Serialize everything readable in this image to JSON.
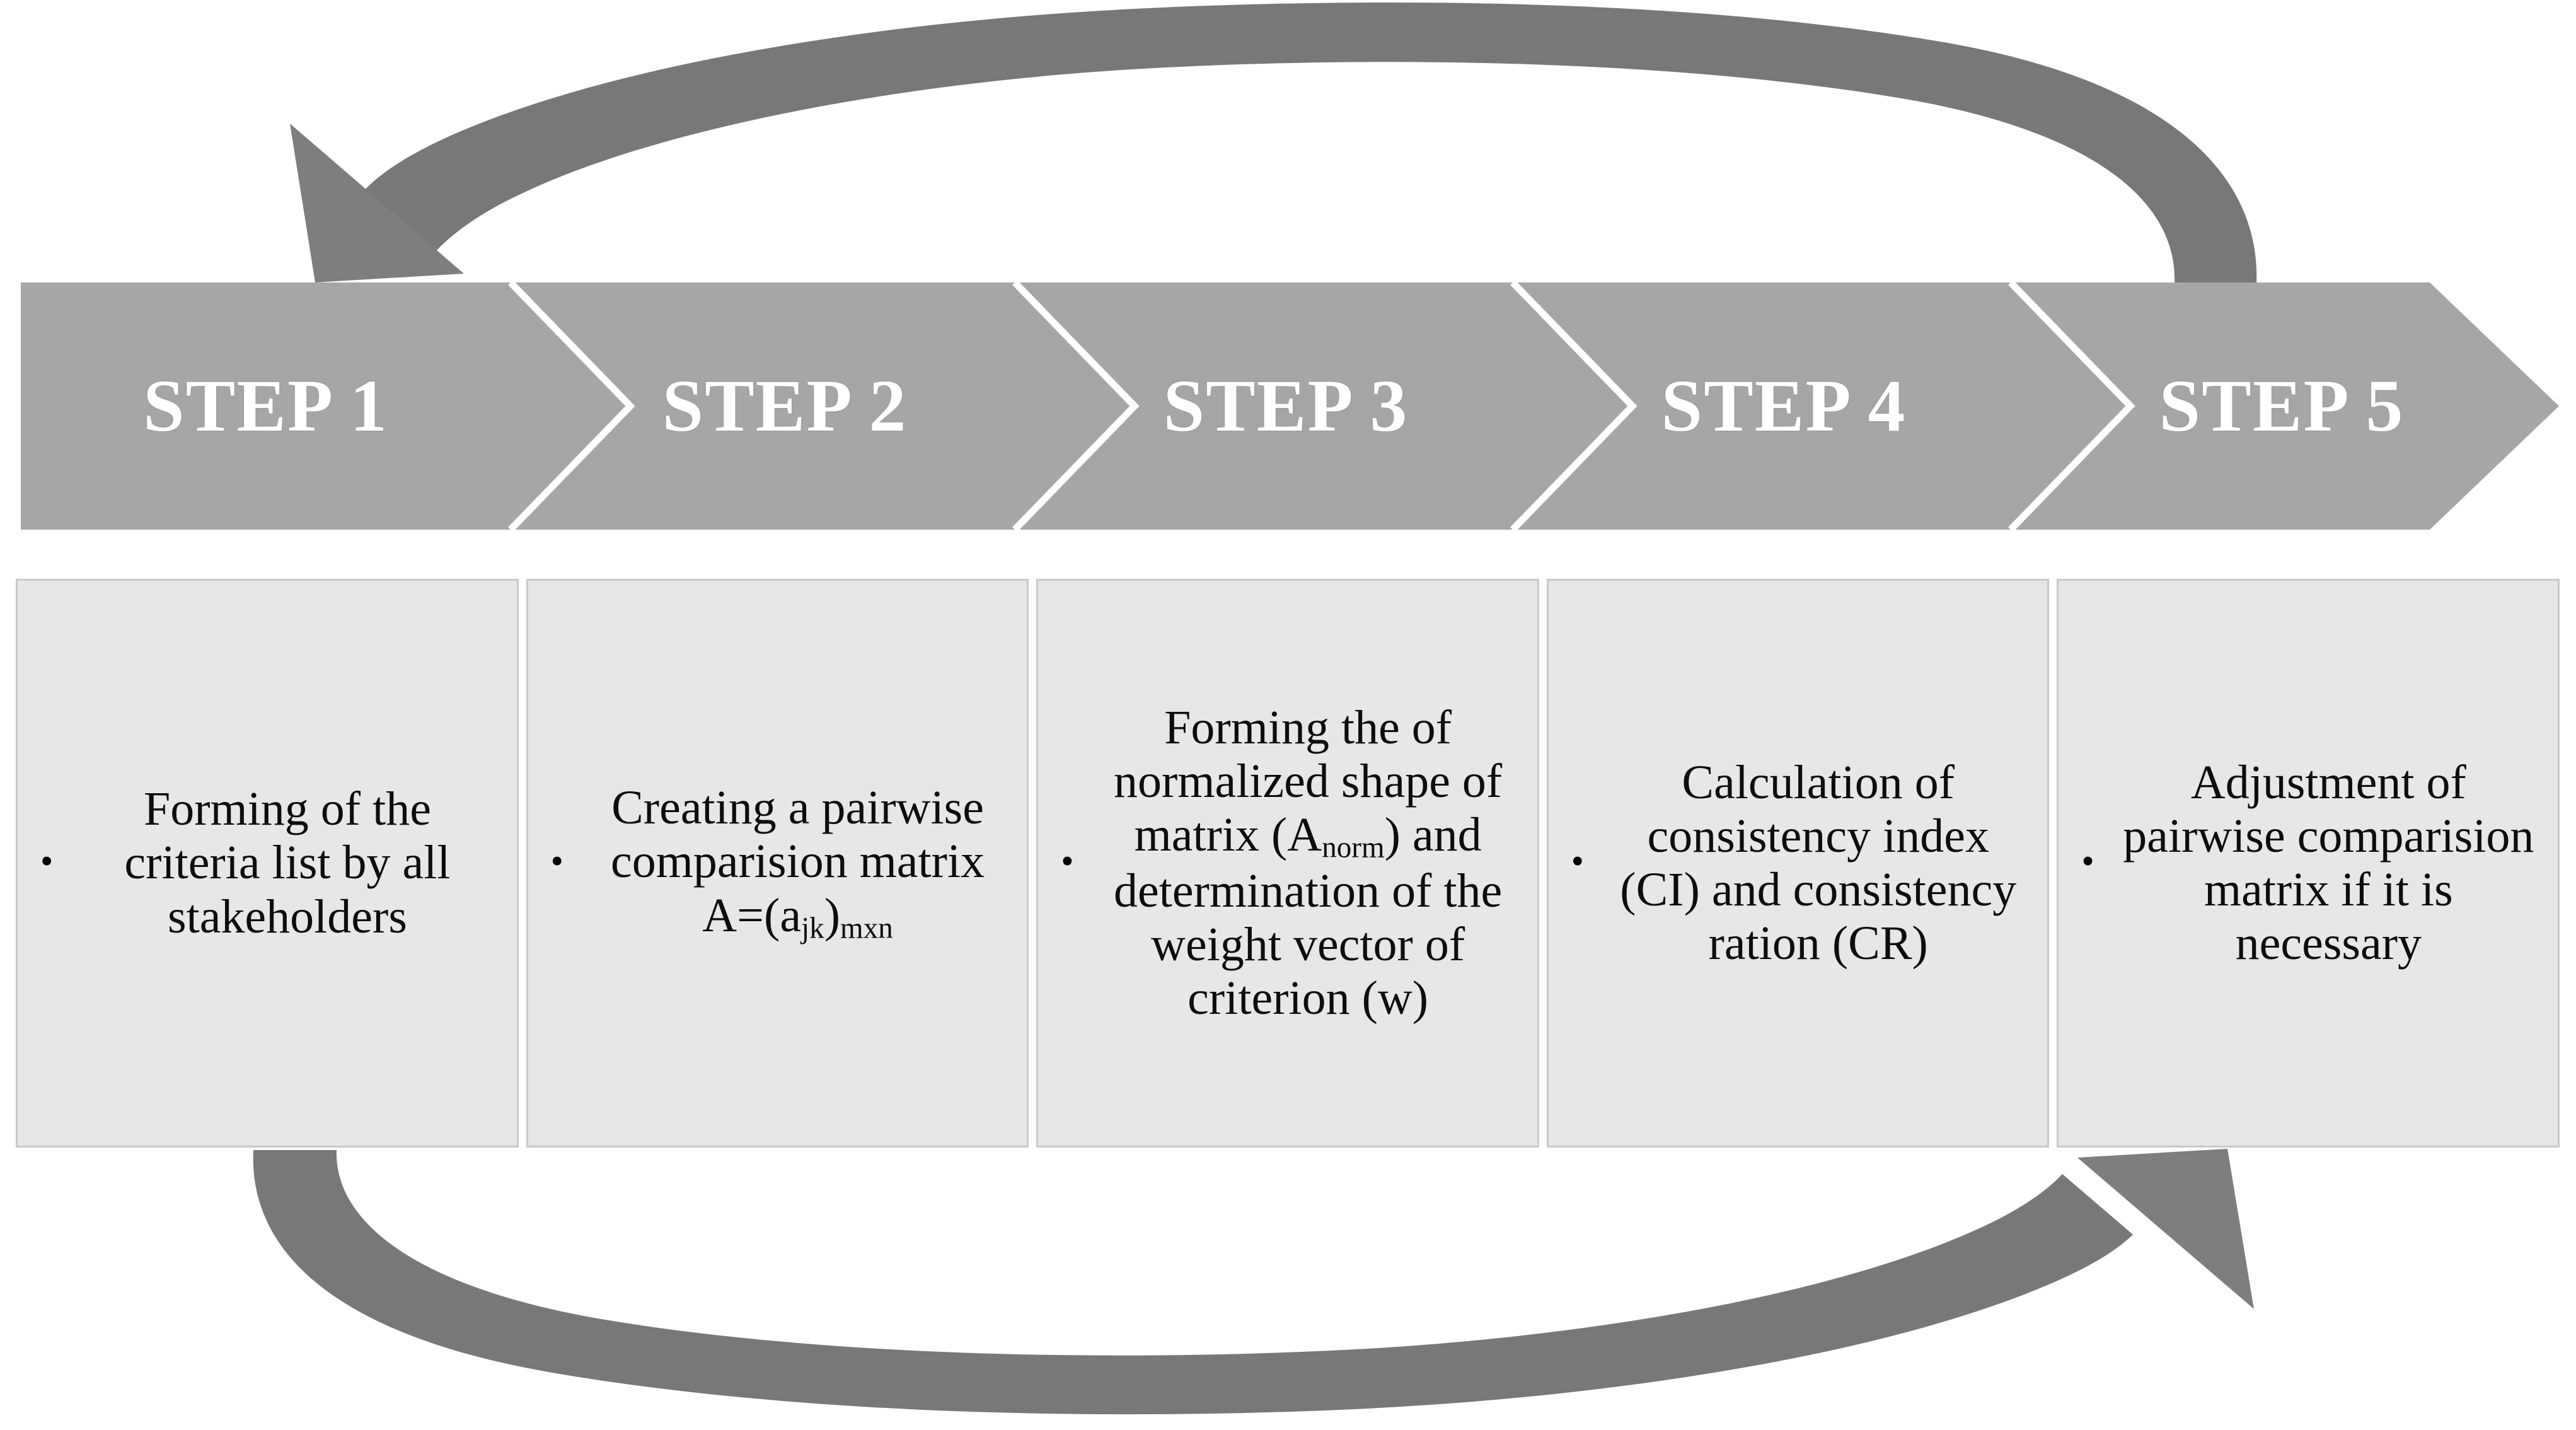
{
  "diagram": {
    "title": "AHP process five-step cycle",
    "colors": {
      "banner_gray": "#a6a6a6",
      "box_fill": "#e7e7e7",
      "box_border": "#c9c9c9",
      "arrow_gray": "#808080",
      "arrow_dark": "#595959",
      "step_text": "#ffffff",
      "body_text": "#0d0d0d",
      "background": "#ffffff"
    }
  },
  "banner": {
    "steps": [
      {
        "label": "STEP 1"
      },
      {
        "label": "STEP 2"
      },
      {
        "label": "STEP 3"
      },
      {
        "label": "STEP 4"
      },
      {
        "label": "STEP 5"
      }
    ]
  },
  "boxes": [
    {
      "bullet": "•",
      "lines": [
        "Forming of the",
        "criteria list by all",
        "stakeholders"
      ],
      "text": "Forming of the criteria list by all stakeholders"
    },
    {
      "bullet": "•",
      "lines": [
        "Creating a",
        "pairwise",
        "comparision",
        "matrix A=(a",
        "jk",
        ")",
        "mxn"
      ],
      "text_prefix": "Creating a pairwise comparision matrix A=(a",
      "sub_1": "jk",
      "text_mid": ")",
      "sub_2": "mxn",
      "text": "Creating a pairwise comparision matrix A=(ajk)mxn"
    },
    {
      "bullet": "•",
      "text_prefix": "Forming the of normalized shape of matrix (A",
      "sub_1": "norm",
      "text_suffix": ") and determination of the weight vector of criterion (w)",
      "text": "Forming the of normalized shape of matrix (Anorm) and determination of the weight vector of criterion (w)"
    },
    {
      "bullet": "•",
      "lines": [
        "Calculation of",
        "consistency index",
        "(CI) and",
        "consistency",
        "ration (CR)"
      ],
      "text": "Calculation of consistency index (CI) and consistency ration (CR)"
    },
    {
      "bullet": "•",
      "lines": [
        "Adjustment of",
        "pairwise",
        "comparision",
        "matrix if it is",
        "necessary"
      ],
      "text": "Adjustment of pairwise comparision matrix if it is necessary"
    }
  ],
  "arrows": {
    "top": {
      "name": "feedback-arrow-top",
      "direction": "right-to-left"
    },
    "bottom": {
      "name": "feedback-arrow-bottom",
      "direction": "left-to-right"
    }
  }
}
